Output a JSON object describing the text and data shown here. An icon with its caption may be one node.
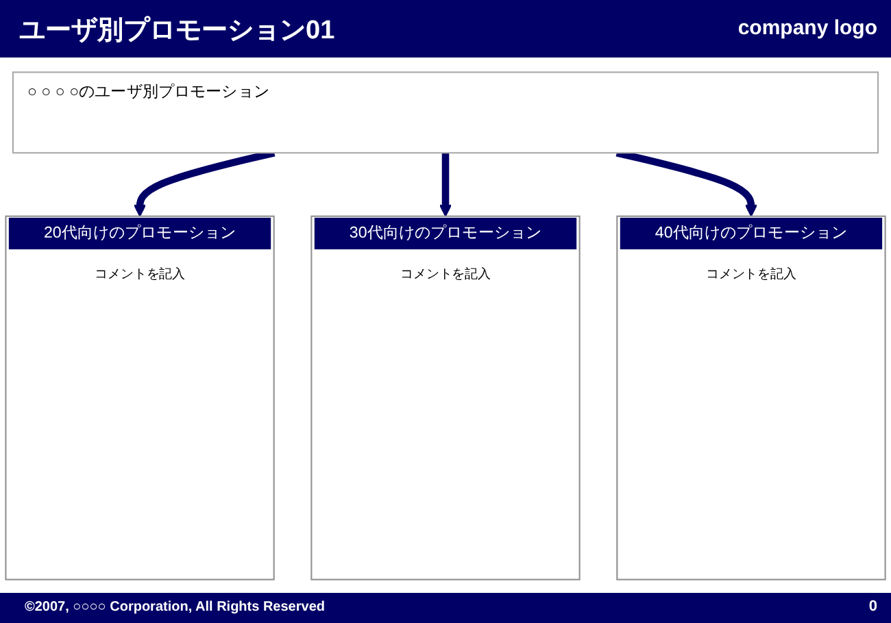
{
  "diagram": {
    "title": "ユーザ別プロモーション01",
    "nodes": [
      {
        "text": [
          "○ ○ ○ ○のユーザ別プロモーション"
        ]
      },
      {
        "text": [
          "20代向けのプロモーション",
          "コメントを記入"
        ]
      },
      {
        "text": [
          "30代向けのプロモーション",
          "コメントを記入"
        ]
      },
      {
        "text": [
          "40代向けのプロモーション",
          "コメントを記入"
        ]
      }
    ],
    "edges": [
      {
        "from": 0,
        "to": 1,
        "arrow": "to"
      },
      {
        "from": 0,
        "to": 2,
        "arrow": "to"
      },
      {
        "from": 0,
        "to": 3,
        "arrow": "to"
      }
    ],
    "labels": [
      "company logo",
      "©2007, ○○○○ Corporation, All Rights Reserved",
      "0"
    ]
  }
}
